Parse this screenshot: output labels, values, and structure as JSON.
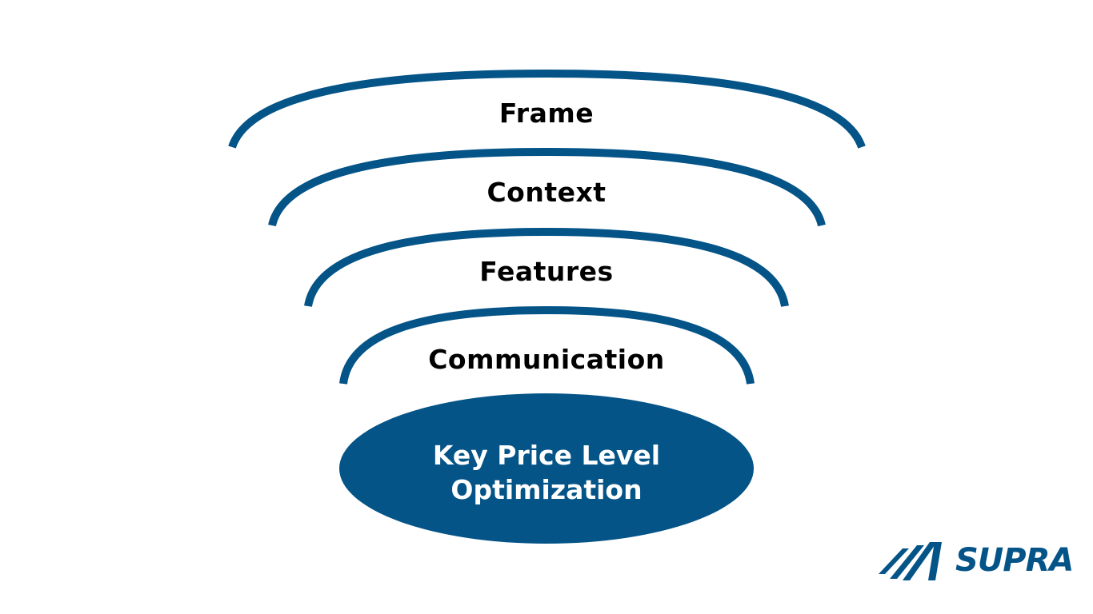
{
  "layers": [
    {
      "label": "Frame"
    },
    {
      "label": "Context"
    },
    {
      "label": "Features"
    },
    {
      "label": "Communication"
    }
  ],
  "core": {
    "line1": "Key Price Level",
    "line2": "Optimization"
  },
  "logo": {
    "text": "SUPRA"
  },
  "colors": {
    "accent": "#045488",
    "text": "#000000",
    "core_text": "#ffffff",
    "background": "#ffffff"
  }
}
